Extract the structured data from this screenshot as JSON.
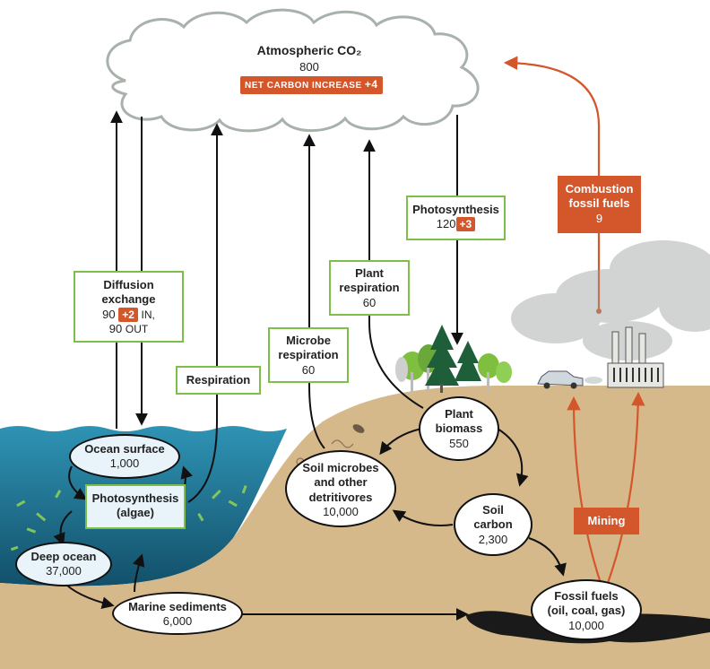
{
  "atmosphere": {
    "title": "Atmospheric CO₂",
    "value": "800",
    "net_label": "NET CARBON INCREASE",
    "net_value": "+4"
  },
  "fluxes": {
    "diffusion": {
      "title_line1": "Diffusion",
      "title_line2": "exchange",
      "in_value": "90",
      "in_delta": "+2",
      "in_label": "IN,",
      "out_value": "90",
      "out_label": "OUT"
    },
    "respiration": {
      "title": "Respiration"
    },
    "microbe_respiration": {
      "title_line1": "Microbe",
      "title_line2": "respiration",
      "value": "60"
    },
    "plant_respiration": {
      "title_line1": "Plant",
      "title_line2": "respiration",
      "value": "60"
    },
    "photosynthesis": {
      "title": "Photosynthesis",
      "value": "120",
      "delta": "+3"
    },
    "combustion": {
      "title_line1": "Combustion",
      "title_line2": "fossil fuels",
      "value": "9"
    },
    "mining": {
      "title": "Mining"
    }
  },
  "pools": {
    "ocean_surface": {
      "title": "Ocean surface",
      "value": "1,000"
    },
    "algae": {
      "title_line1": "Photosynthesis",
      "title_line2": "(algae)"
    },
    "deep_ocean": {
      "title": "Deep ocean",
      "value": "37,000"
    },
    "marine_sediments": {
      "title": "Marine sediments",
      "value": "6,000"
    },
    "soil_microbes": {
      "title_line1": "Soil microbes",
      "title_line2": "and other",
      "title_line3": "detritivores",
      "value": "10,000"
    },
    "plant_biomass": {
      "title_line1": "Plant",
      "title_line2": "biomass",
      "value": "550"
    },
    "soil_carbon": {
      "title_line1": "Soil",
      "title_line2": "carbon",
      "value": "2,300"
    },
    "fossil_fuels": {
      "title_line1": "Fossil fuels",
      "title_line2": "(oil, coal, gas)",
      "value": "10,000"
    }
  },
  "colors": {
    "ocean": "#1f7fa0",
    "land": "#d6b98a",
    "green_box": "#7dbf4a",
    "red_box": "#d4562b",
    "pool_fill": "#e8f3fa",
    "cloud_stroke": "#a8b2ab"
  }
}
